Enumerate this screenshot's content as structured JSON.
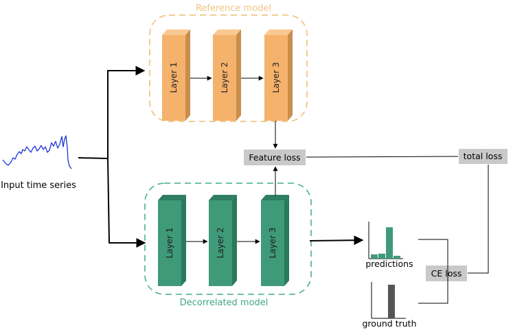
{
  "reference_model": {
    "title": "Reference model",
    "layers": [
      "Layer  1",
      "Layer  2",
      "Layer  3"
    ],
    "colors": {
      "front": "#f5b26c",
      "top": "#f8c992",
      "side": "#c98d4c",
      "border": "#f1c583"
    }
  },
  "decorrelated_model": {
    "title": "Decorrelated model",
    "layers": [
      "Layer  1",
      "Layer  2",
      "Layer  3"
    ],
    "colors": {
      "front": "#3f9a7a",
      "top": "#2f7e62",
      "side": "#2a7a5d",
      "border": "#5cb79a",
      "title": "#3fa684"
    }
  },
  "input": {
    "label": "Input time series",
    "signal_color": "#1a32d4"
  },
  "feature_loss": {
    "label": "Feature loss"
  },
  "total_loss": {
    "label": "total loss"
  },
  "ce_loss": {
    "label": "CE loss"
  },
  "predictions": {
    "label": "predictions",
    "values": [
      0.12,
      0.14,
      0.88,
      0.08
    ],
    "color": "#3f9a7a"
  },
  "ground_truth": {
    "label": "ground truth",
    "values": [
      0,
      0,
      1,
      0
    ],
    "color": "#555555"
  },
  "box_color": "#c9c9c9"
}
